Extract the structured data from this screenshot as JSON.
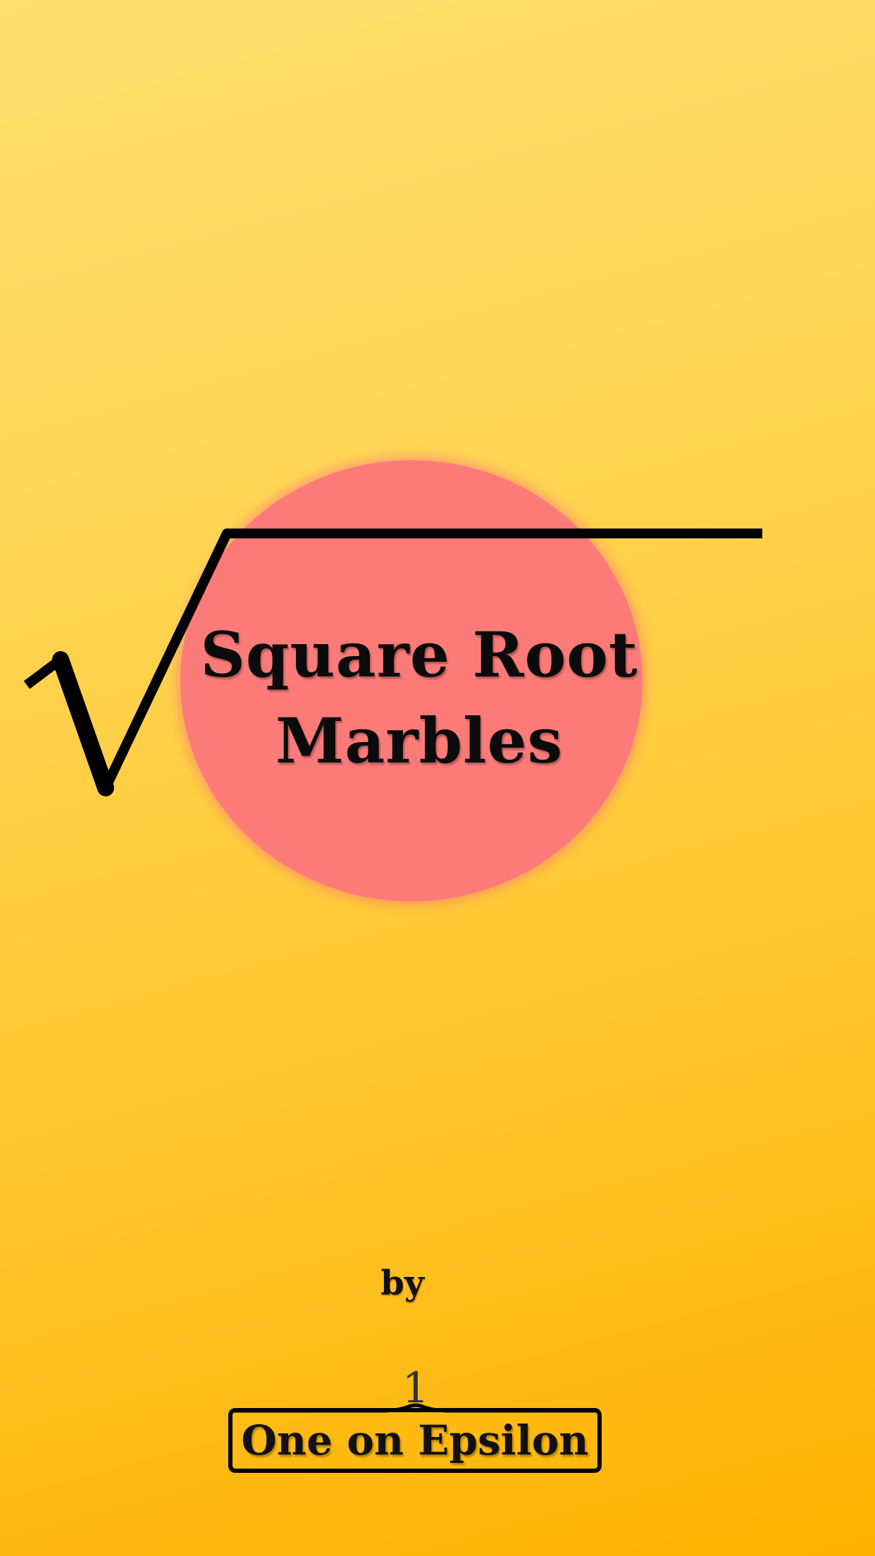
{
  "app": {
    "title_line_1": "Square Root",
    "title_line_2": "Marbles",
    "by_label": "by"
  },
  "developer": {
    "name": "One on Epsilon",
    "superscript": "1"
  },
  "colors": {
    "background_top": "#ffe06e",
    "background_bottom": "#ffb200",
    "marble": "#fc7b79",
    "ink": "#000000"
  },
  "icons": {
    "radical": "square-root-sign-icon",
    "marble": "pink-marble-circle"
  }
}
